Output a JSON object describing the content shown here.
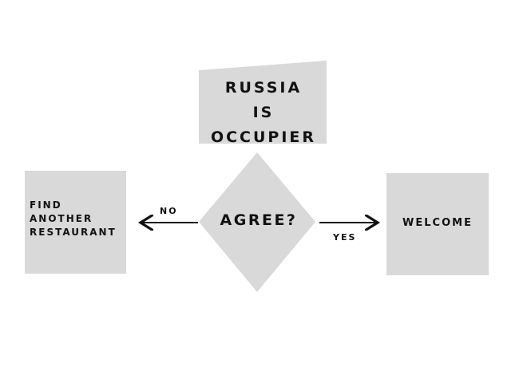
{
  "colors": {
    "shape_fill": "#d9d9d9",
    "text": "#111111",
    "arrow": "#111111"
  },
  "nodes": {
    "top": {
      "lines": [
        "RUSSIA",
        "IS",
        "OCCUPIER"
      ]
    },
    "left": {
      "lines": [
        "FIND",
        "ANOTHER",
        "RESTAURANT"
      ]
    },
    "decision": {
      "label": "AGREE?"
    },
    "right": {
      "label": "WELCOME"
    }
  },
  "edges": {
    "no": {
      "label": "NO"
    },
    "yes": {
      "label": "YES"
    }
  }
}
